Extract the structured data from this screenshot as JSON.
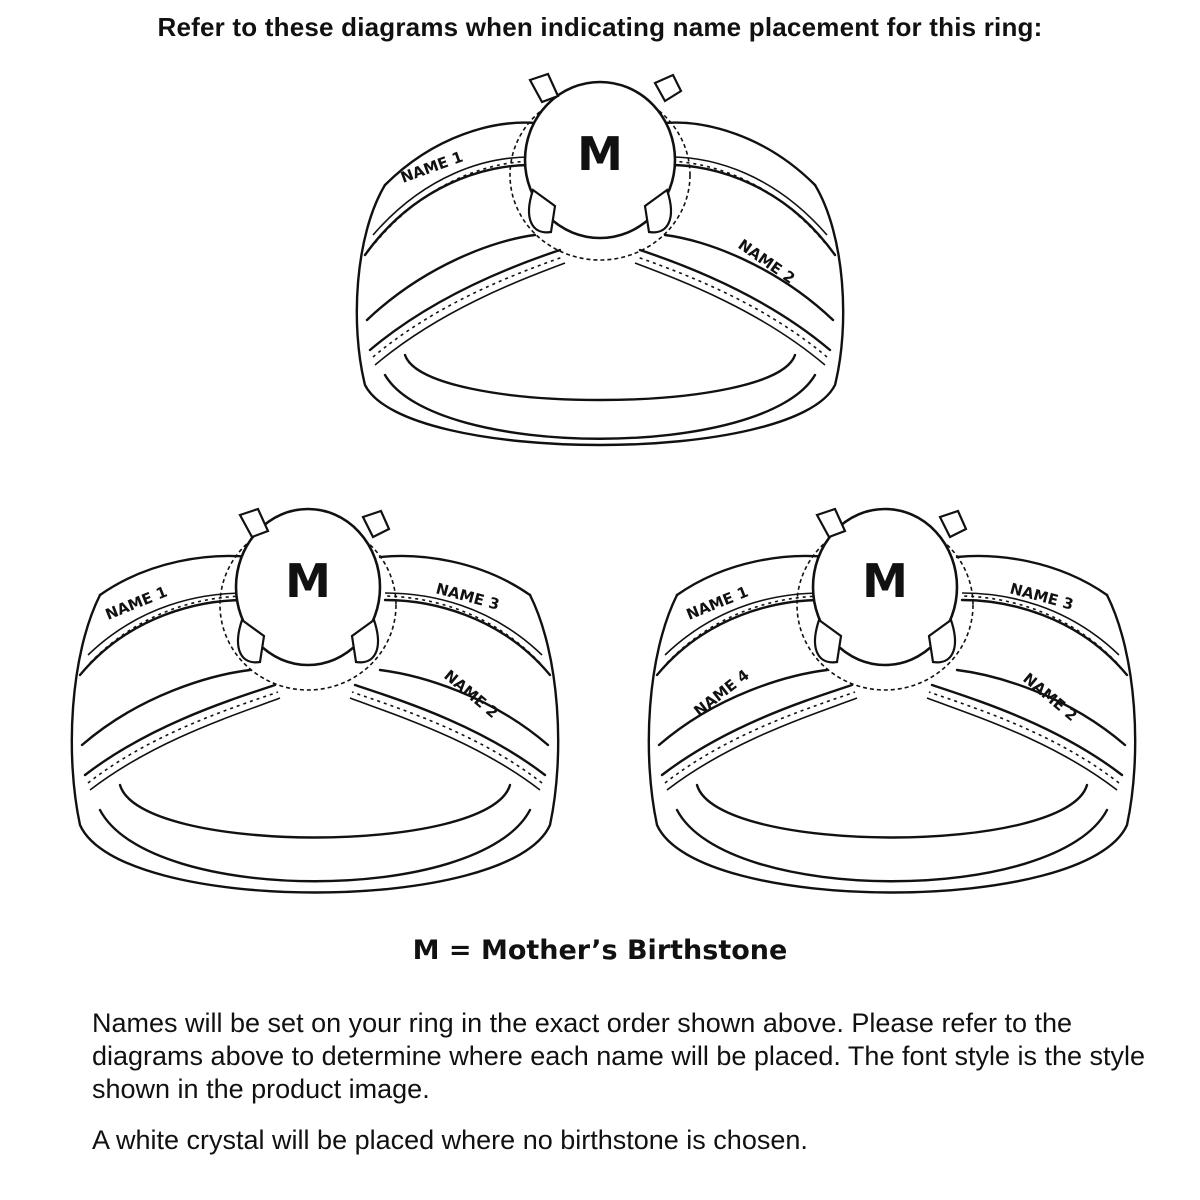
{
  "header": {
    "title": "Refer to these diagrams when indicating name placement for this ring:"
  },
  "rings": [
    {
      "stone": "M",
      "names": [
        "NAME 1",
        "NAME 2"
      ]
    },
    {
      "stone": "M",
      "names": [
        "NAME 1",
        "NAME 3",
        "NAME 2"
      ]
    },
    {
      "stone": "M",
      "names": [
        "NAME 1",
        "NAME 3",
        "NAME 4",
        "NAME 2"
      ]
    }
  ],
  "legend": {
    "text": "M = Mother’s Birthstone"
  },
  "notes": {
    "paragraph1": "Names will be set on your ring in the exact order shown above. Please refer to the diagrams above to determine where each name will be placed. The font style is the style shown in the product image.",
    "paragraph2": "A white crystal will be placed where no birthstone is chosen."
  }
}
